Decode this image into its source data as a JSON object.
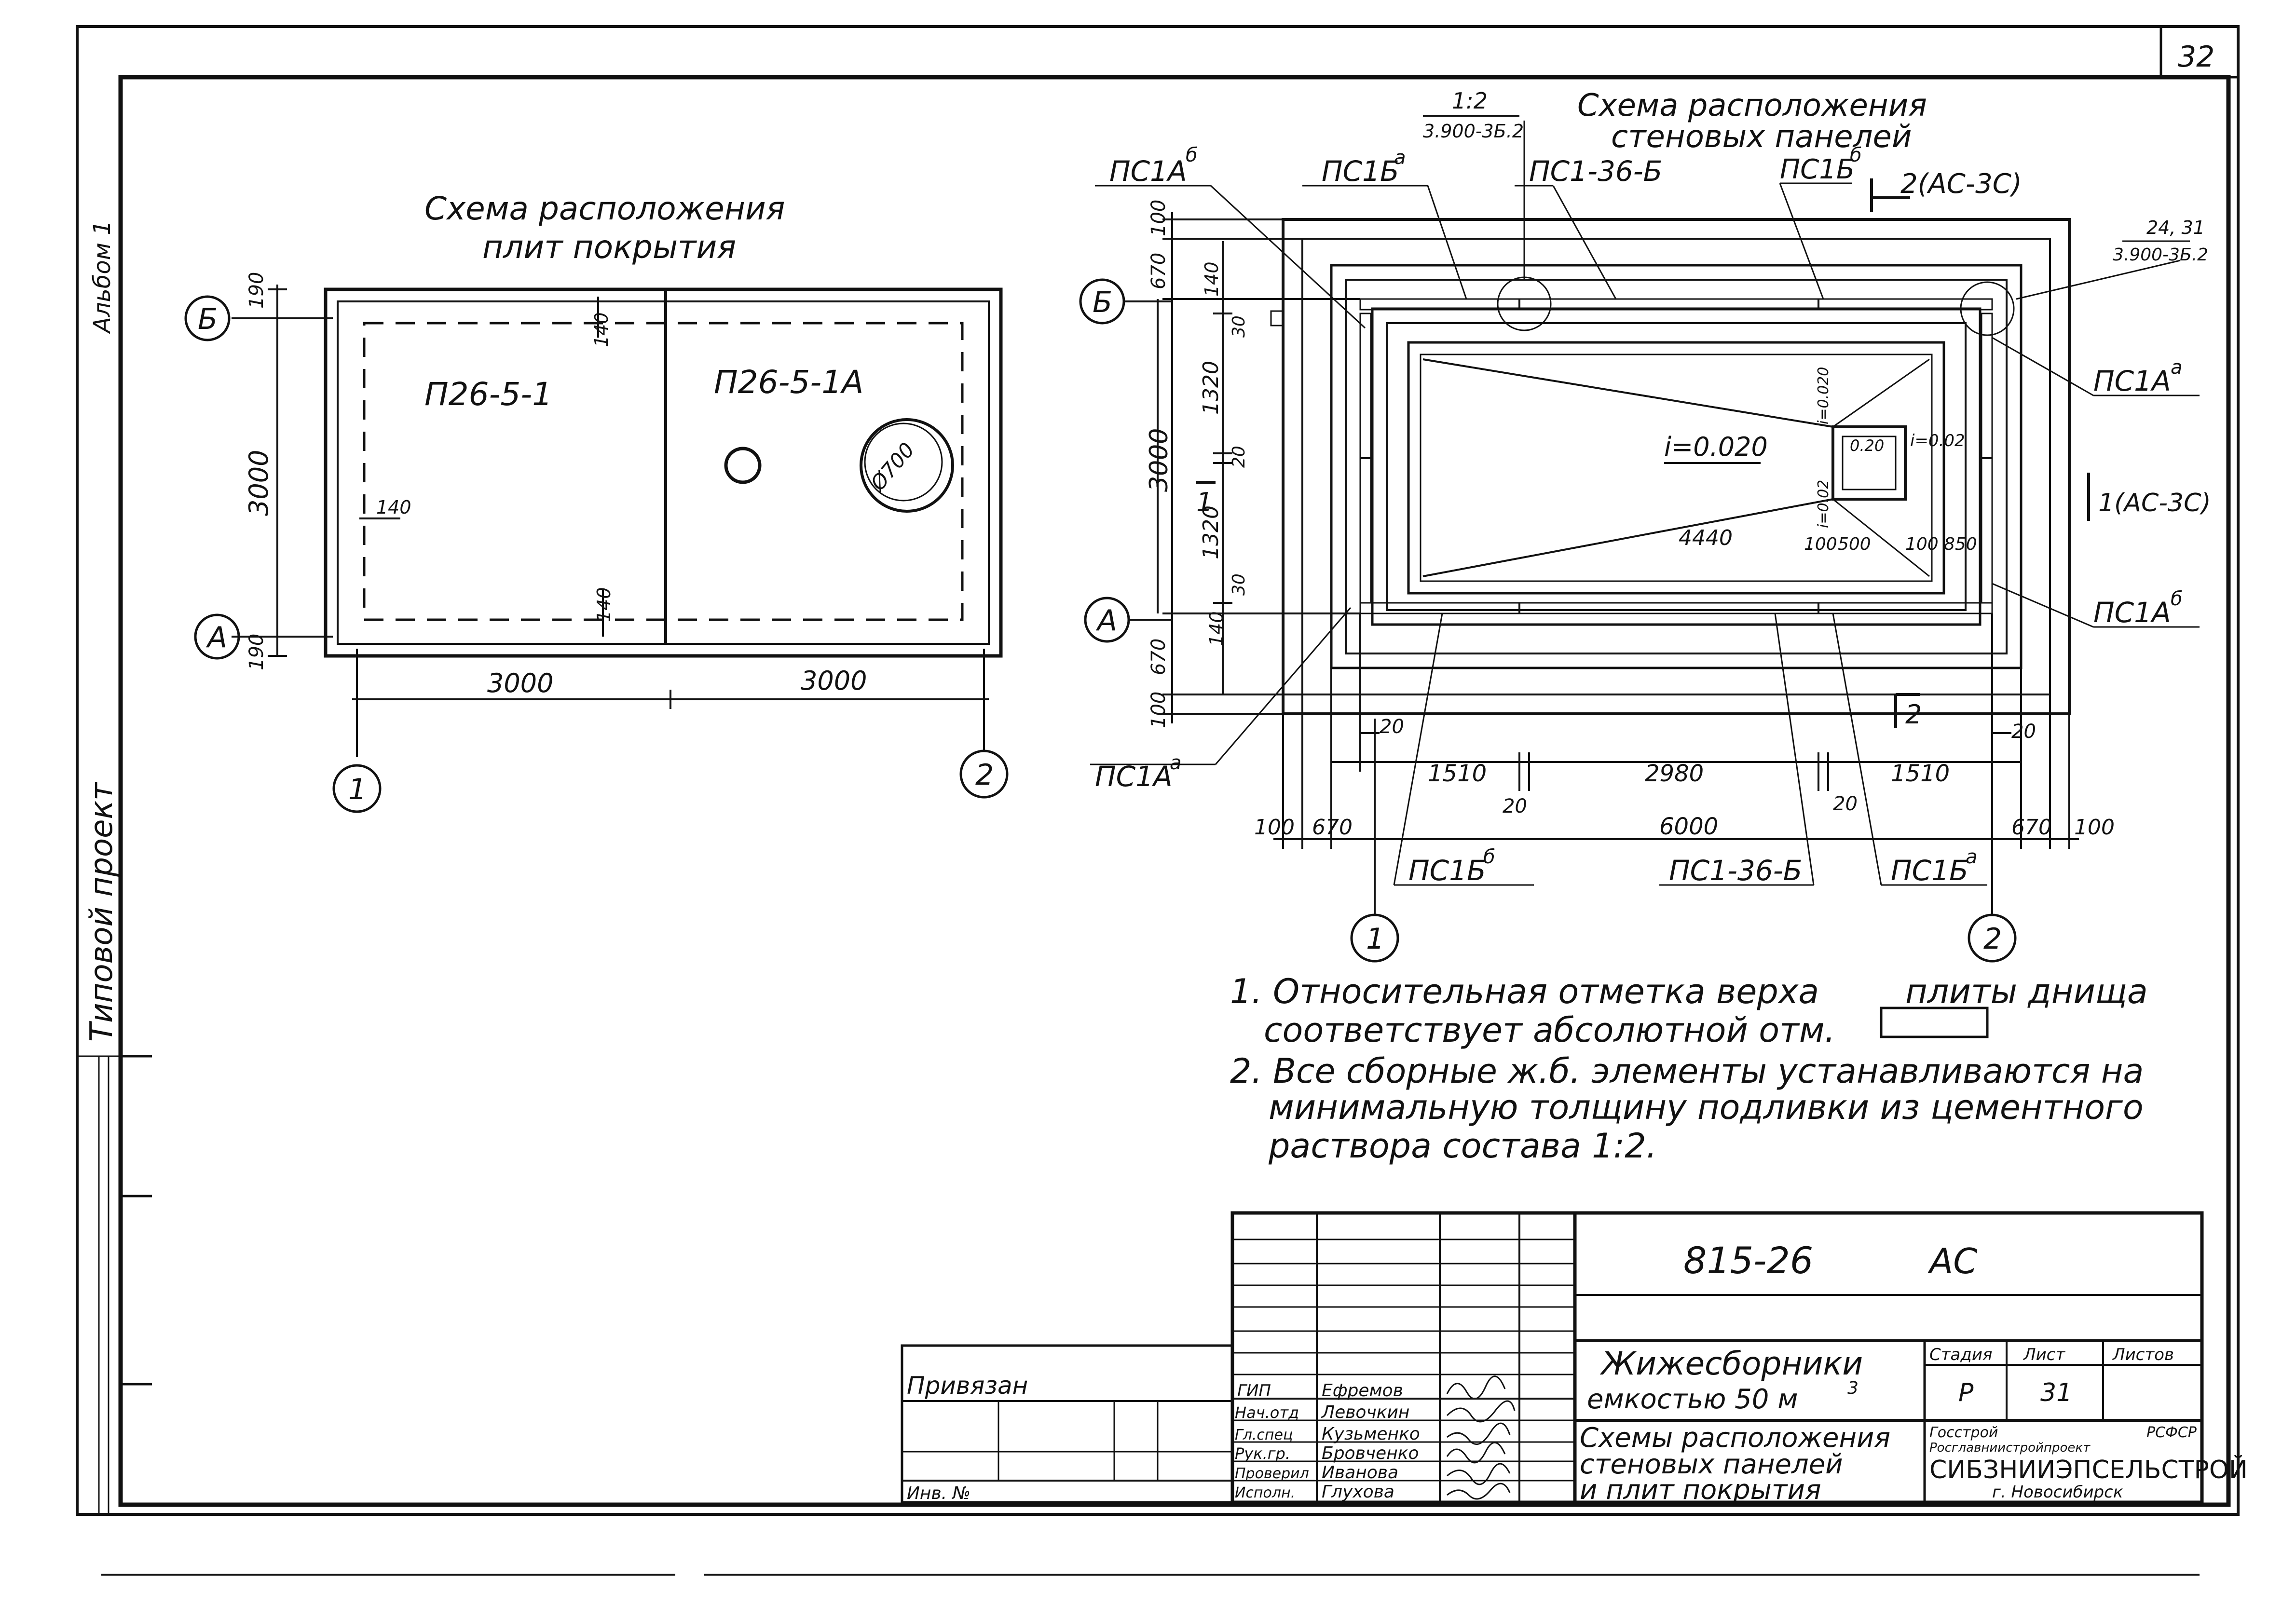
{
  "sheet": {
    "number": "32",
    "stamp": "Альбом 1",
    "side_text": "Типовой проект"
  },
  "roof": {
    "title1": "Схема расположения",
    "title2": "плит покрытия",
    "panel_left": "П26-5-1",
    "panel_right": "П26-5-1А",
    "hole_label": "Ø700",
    "axis_b": "Б",
    "axis_a": "А",
    "axis_1": "1",
    "axis_2": "2",
    "dim_190_top": "190",
    "dim_3000_v": "3000",
    "dim_190_bottom": "190",
    "dim_140_a": "140",
    "dim_140_b": "140",
    "dim_140_c": "140",
    "dim_3000_left": "3000",
    "dim_3000_right": "3000"
  },
  "walls": {
    "title1": "Схема расположения",
    "title2": "стеновых панелей",
    "scale": "1:2",
    "scale_ref": "3.900-3Б.2",
    "node_ref": "24, 31",
    "node_ref2": "3.900-3Б.2",
    "section_2": "2(АС-3С)",
    "section_1": "1(АС-3С)",
    "section_mark_1": "1",
    "section_mark_2": "2",
    "labels": {
      "ps1a_b_tl": "ПС1А",
      "ps1a_b_tl_sup": "б",
      "ps1b_a_t": "ПС1Б",
      "ps1b_a_t_sup": "а",
      "ps1_36_b_t": "ПС1-36-Б",
      "ps1b_b_t": "ПС1Б",
      "ps1b_b_t_sup": "б",
      "ps1a_a_r": "ПС1А",
      "ps1a_a_r_sup": "а",
      "ps1a_b_r": "ПС1А",
      "ps1a_b_r_sup": "б",
      "ps1a_a_l": "ПС1А",
      "ps1a_a_l_sup": "а",
      "ps1b_b_bot": "ПС1Б",
      "ps1b_b_bot_sup": "б",
      "ps1_36_b_bot": "ПС1-36-Б",
      "ps1b_a_bot": "ПС1Б",
      "ps1b_a_bot_sup": "а"
    },
    "slope_main": "i=0.020",
    "slope_pit_v": "i=0.020",
    "slope_pit_h": "i=0.02",
    "slope_pit_v2": "i=0.02",
    "pit_dim": "0.20",
    "dim_4440": "4440",
    "dim_100_500": "100",
    "dim_500": "500",
    "dim_100_850": "100",
    "dim_850": "850",
    "axis_b": "Б",
    "axis_a": "А",
    "axis_1": "1",
    "axis_2": "2",
    "dims_v": {
      "d100a": "100",
      "d670a": "670",
      "d140a": "140",
      "d30a": "30",
      "d1320a": "1320",
      "d20": "20",
      "d1320b": "1320",
      "d30b": "30",
      "d140b": "140",
      "d670b": "670",
      "d100b": "100",
      "d3000": "3000"
    },
    "dims_h": {
      "d20a": "20",
      "d20b": "20",
      "d1510a": "1510",
      "d20c": "20",
      "d2980": "2980",
      "d20d": "20",
      "d1510b": "1510",
      "d100a": "100",
      "d670a": "670",
      "d6000": "6000",
      "d670b": "670",
      "d100b": "100"
    }
  },
  "notes": {
    "n1a": "1. Относительная отметка верха",
    "n1b": "плиты днища",
    "n1c": "соответствует абсолютной отм.",
    "n2a": "2. Все сборные ж.б. элементы устанавливаются на",
    "n2b": "минимальную толщину подливки из цементного",
    "n2c": "раствора состава 1:2."
  },
  "title_block": {
    "code": "815-26",
    "mark": "АС",
    "privyazan": "Привязан",
    "inv": "Инв. №",
    "roles": [
      "ГИП",
      "Нач.отд",
      "Гл.спец",
      "Рук.гр.",
      "Проверил",
      "Исполн."
    ],
    "names": [
      "Ефремов",
      "Левочкин",
      "Кузьменко",
      "Бровченко",
      "Иванова",
      "Глухова"
    ],
    "project_title1": "Жижесборники",
    "project_title2": "емкостью 50 м",
    "project_title2_sup": "3",
    "sheet_title1": "Схемы расположения",
    "sheet_title2": "стеновых панелей",
    "sheet_title3": "и плит покрытия",
    "stage_h": "Стадия",
    "sheet_h": "Лист",
    "sheets_h": "Листов",
    "stage": "Р",
    "sheet_no": "31",
    "org1": "Госстрой",
    "org2": "РСФСР",
    "org3": "Росглавниистройпроект",
    "org4": "СИБЗНИИЭПСЕЛЬСТРОЙ",
    "org5": "г. Новосибирск"
  }
}
